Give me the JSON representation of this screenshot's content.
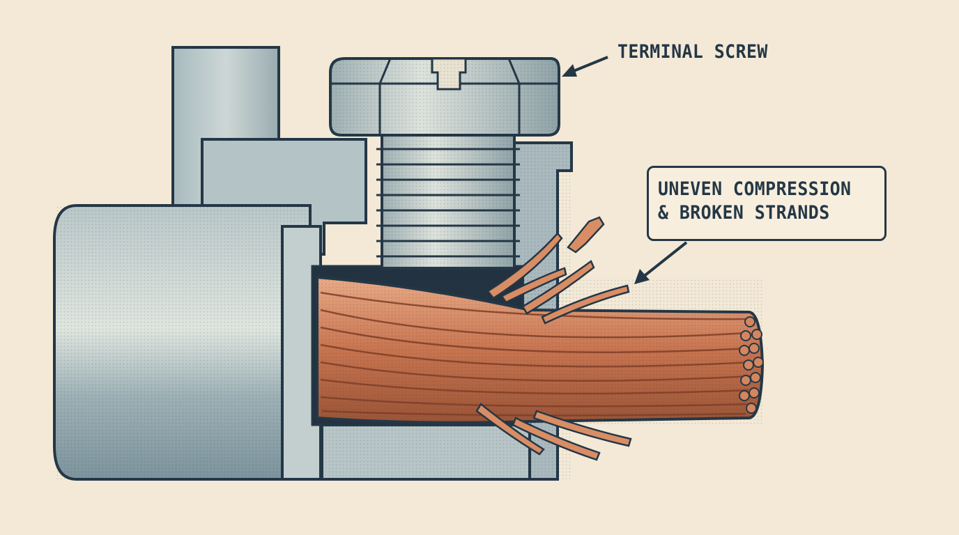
{
  "labels": {
    "terminal_screw": "TERMINAL SCREW",
    "callout_line1": "UNEVEN COMPRESSION",
    "callout_line2": "& BROKEN STRANDS"
  },
  "colors": {
    "background": "#f3e9d6",
    "ink": "#243746",
    "metal_light": "#c9d3d3",
    "metal_mid": "#9fb1b5",
    "metal_dark": "#6f8791",
    "copper_light": "#e6a07e",
    "copper_mid": "#c8744f",
    "copper_dark": "#8d4a30"
  },
  "icons": {
    "screw": "hex-slotted-screw",
    "wire": "stranded-copper-wire",
    "terminal": "terminal-block"
  }
}
